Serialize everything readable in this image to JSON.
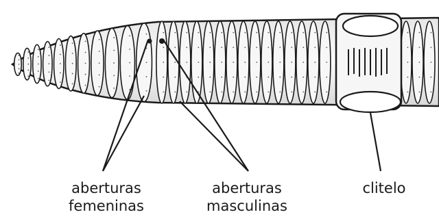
{
  "labels": {
    "female_line1": "aberturas",
    "female_line2": "femeninas",
    "male_line1": "aberturas",
    "male_line2": "masculinas",
    "clitellum": "clitelo"
  },
  "colors": {
    "ink": "#1a1a1a",
    "worm_fill": "#f4f4f4",
    "background": "#ffffff"
  }
}
